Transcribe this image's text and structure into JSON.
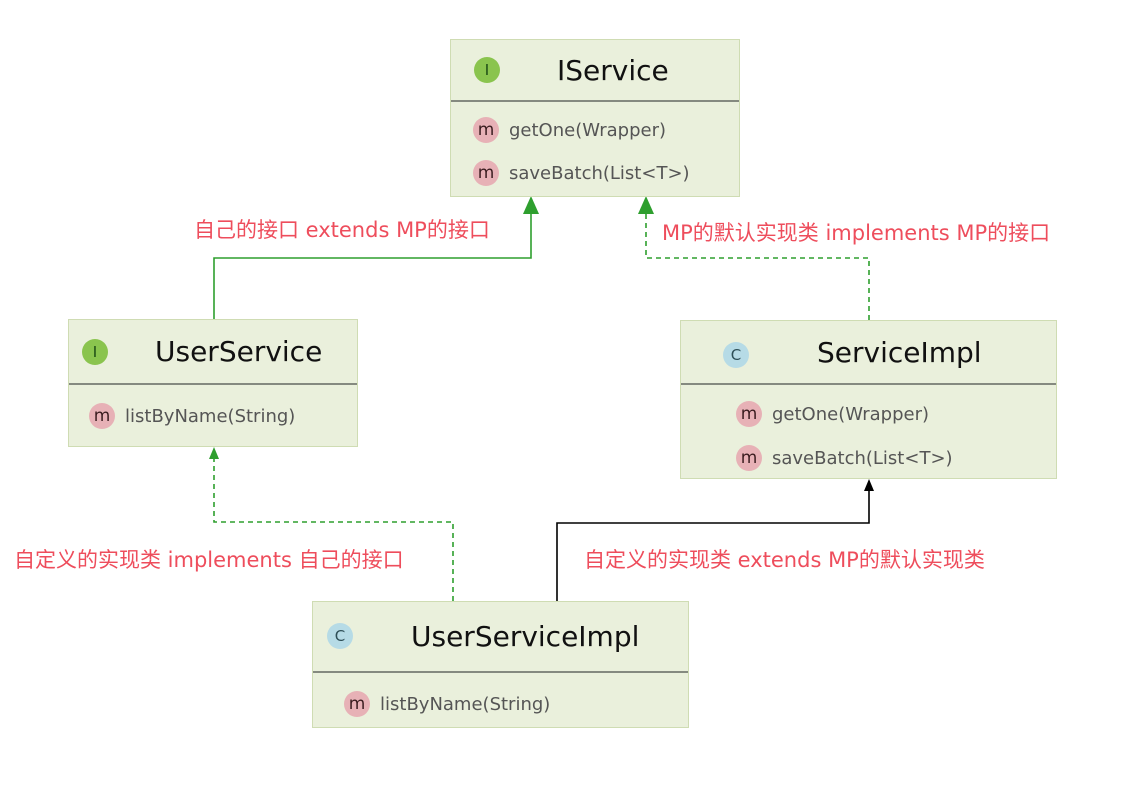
{
  "boxes": {
    "iservice": {
      "stereotype": "I",
      "name": "IService",
      "methods": [
        {
          "icon": "m",
          "name": "getOne(Wrapper)"
        },
        {
          "icon": "m",
          "name": "saveBatch(List<T>)"
        }
      ]
    },
    "userservice": {
      "stereotype": "I",
      "name": "UserService",
      "methods": [
        {
          "icon": "m",
          "name": "listByName(String)"
        }
      ]
    },
    "serviceimpl": {
      "stereotype": "C",
      "name": "ServiceImpl",
      "methods": [
        {
          "icon": "m",
          "name": "getOne(Wrapper)"
        },
        {
          "icon": "m",
          "name": "saveBatch(List<T>)"
        }
      ]
    },
    "userserviceimpl": {
      "stereotype": "C",
      "name": "UserServiceImpl",
      "methods": [
        {
          "icon": "m",
          "name": "listByName(String)"
        }
      ]
    }
  },
  "relations": {
    "userservice_extends": "自己的接口 extends MP的接口",
    "serviceimpl_implements": "MP的默认实现类 implements MP的接口",
    "userserviceimpl_implements": "自定义的实现类 implements 自己的接口",
    "userserviceimpl_extends": "自定义的实现类 extends MP的默认实现类"
  },
  "colors": {
    "interface_arrow": "#2e9f2e",
    "class_arrow": "#000000",
    "label": "#ee4d5c",
    "box_fill": "#eaf0dc"
  }
}
